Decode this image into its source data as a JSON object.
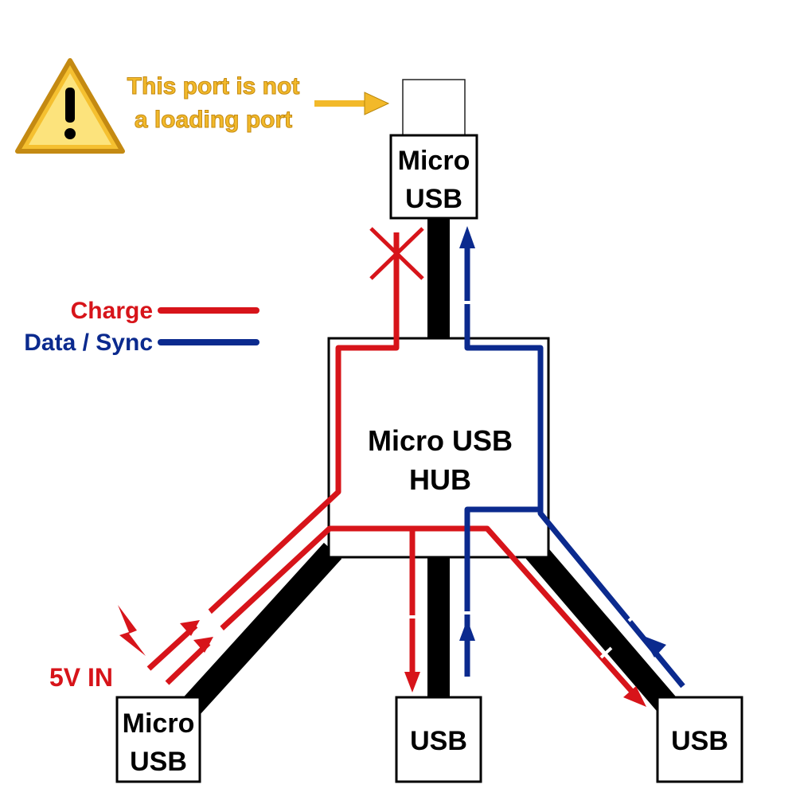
{
  "warning": {
    "line1": "This port is not",
    "line2": "a loading port",
    "color": "#f2b92a"
  },
  "legend": {
    "charge_label": "Charge",
    "data_label": "Data / Sync",
    "charge_color": "#d7141a",
    "data_color": "#0b2a8e"
  },
  "hub": {
    "line1": "Micro USB",
    "line2": "HUB"
  },
  "ports": {
    "top": {
      "line1": "Micro",
      "line2": "USB"
    },
    "bottom_left": {
      "line1": "Micro",
      "line2": "USB"
    },
    "bottom_middle": {
      "label": "USB"
    },
    "bottom_right": {
      "label": "USB"
    }
  },
  "input_label": "5V IN",
  "icons": [
    "warning-icon",
    "arrow-right-icon",
    "lightning-icon",
    "cross-icon"
  ]
}
